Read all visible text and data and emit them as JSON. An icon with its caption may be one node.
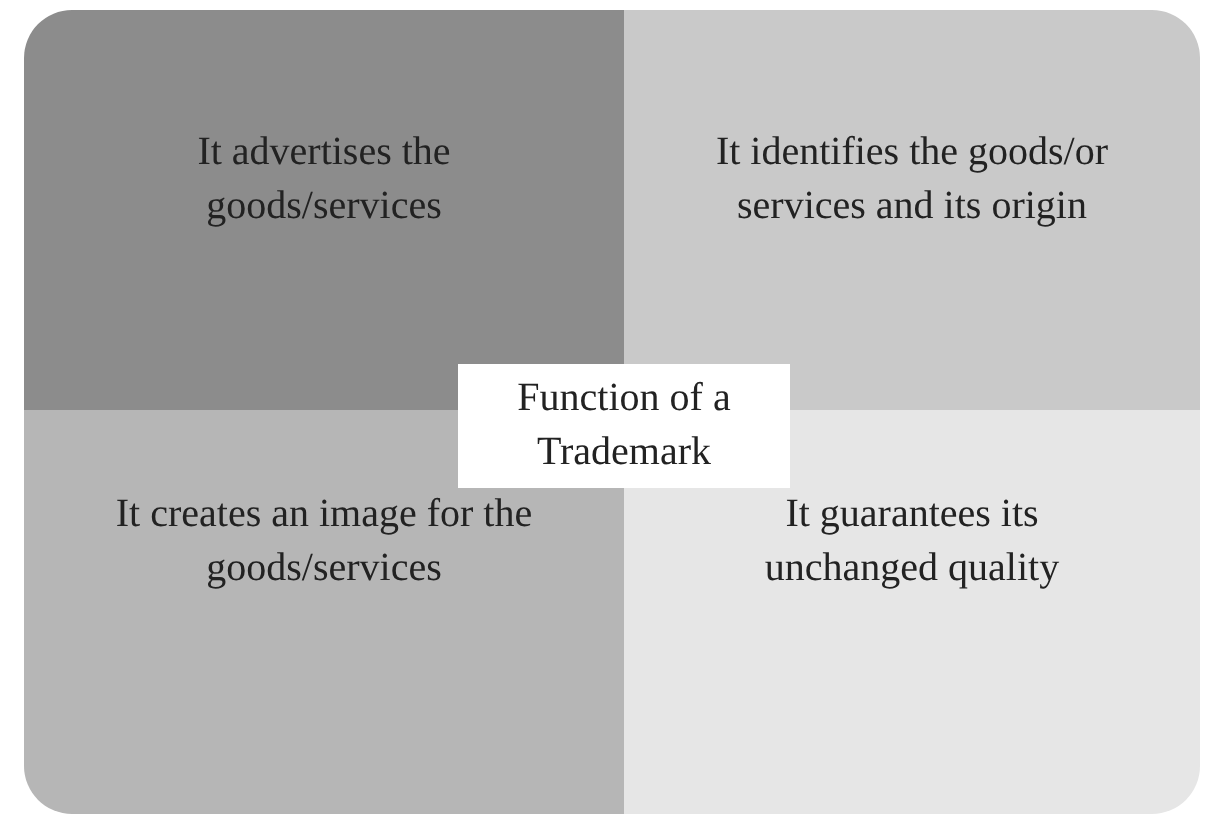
{
  "diagram": {
    "nodes": [
      {
        "text": [
          "It advertises the goods/services"
        ]
      },
      {
        "text": [
          "It identifies the goods/or services and its origin"
        ]
      },
      {
        "text": [
          "Function of a Trademark"
        ]
      },
      {
        "text": [
          "It creates an image for the goods/services"
        ]
      },
      {
        "text": [
          "It guarantees its unchanged quality"
        ]
      }
    ]
  }
}
